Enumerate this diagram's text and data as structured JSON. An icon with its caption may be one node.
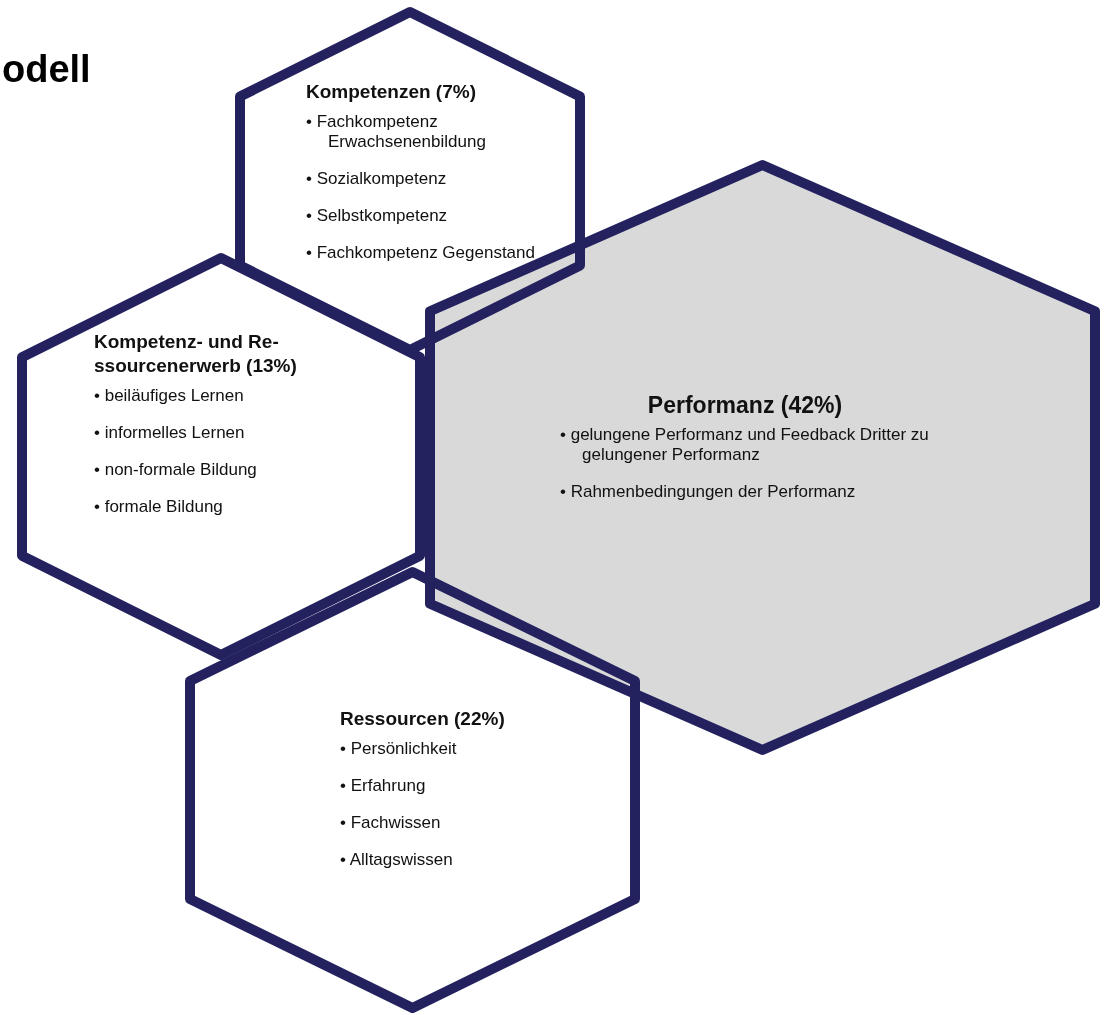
{
  "diagram": {
    "title": "odell",
    "nodes": [
      {
        "text": [
          "Kompetenzen (7%)",
          "• Fachkompetenz Erwachsenenbildung",
          "• Sozialkompetenz",
          "• Selbstkompetenz",
          "• Fachkompetenz Gegenstand"
        ]
      },
      {
        "text": [
          "Kompetenz- und Re-ssourcenerwerb (13%)",
          "• beiläufiges Lernen",
          "• informelles Lernen",
          "• non-formale Bildung",
          "• formale Bildung"
        ]
      },
      {
        "text": [
          "Performanz (42%)",
          "• gelungene Performanz und Feedback Dritter zu gelungener Performanz",
          "• Rahmenbedingungen der Performanz"
        ]
      },
      {
        "text": [
          "Ressourcen (22%)",
          "• Persönlichkeit",
          "• Erfahrung",
          "• Fachwissen",
          "• Alltagswissen"
        ]
      }
    ]
  }
}
